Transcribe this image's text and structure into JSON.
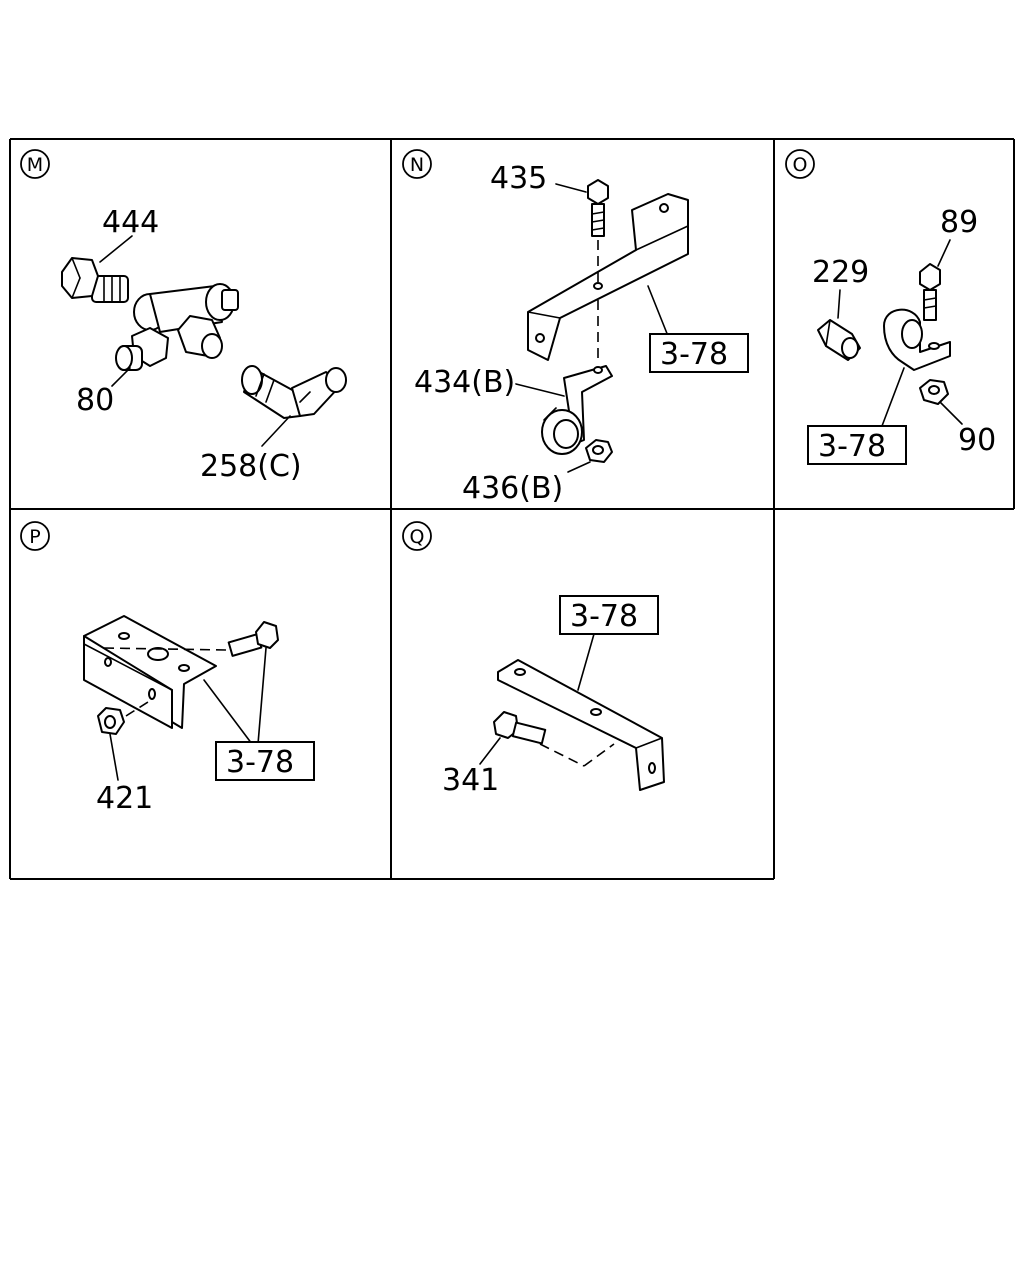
{
  "panels": {
    "M": {
      "letter": "M",
      "labels": {
        "p444": "444",
        "p80": "80",
        "p258": "258(C)"
      }
    },
    "N": {
      "letter": "N",
      "labels": {
        "p435": "435",
        "ref": "3-78",
        "p434": "434(B)",
        "p436": "436(B)"
      }
    },
    "O": {
      "letter": "O",
      "labels": {
        "p89": "89",
        "p229": "229",
        "ref": "3-78",
        "p90": "90"
      }
    },
    "P": {
      "letter": "P",
      "labels": {
        "ref": "3-78",
        "p421": "421"
      }
    },
    "Q": {
      "letter": "Q",
      "labels": {
        "ref": "3-78",
        "p341": "341"
      }
    }
  },
  "colors": {
    "line": "#000000",
    "background": "#ffffff"
  }
}
